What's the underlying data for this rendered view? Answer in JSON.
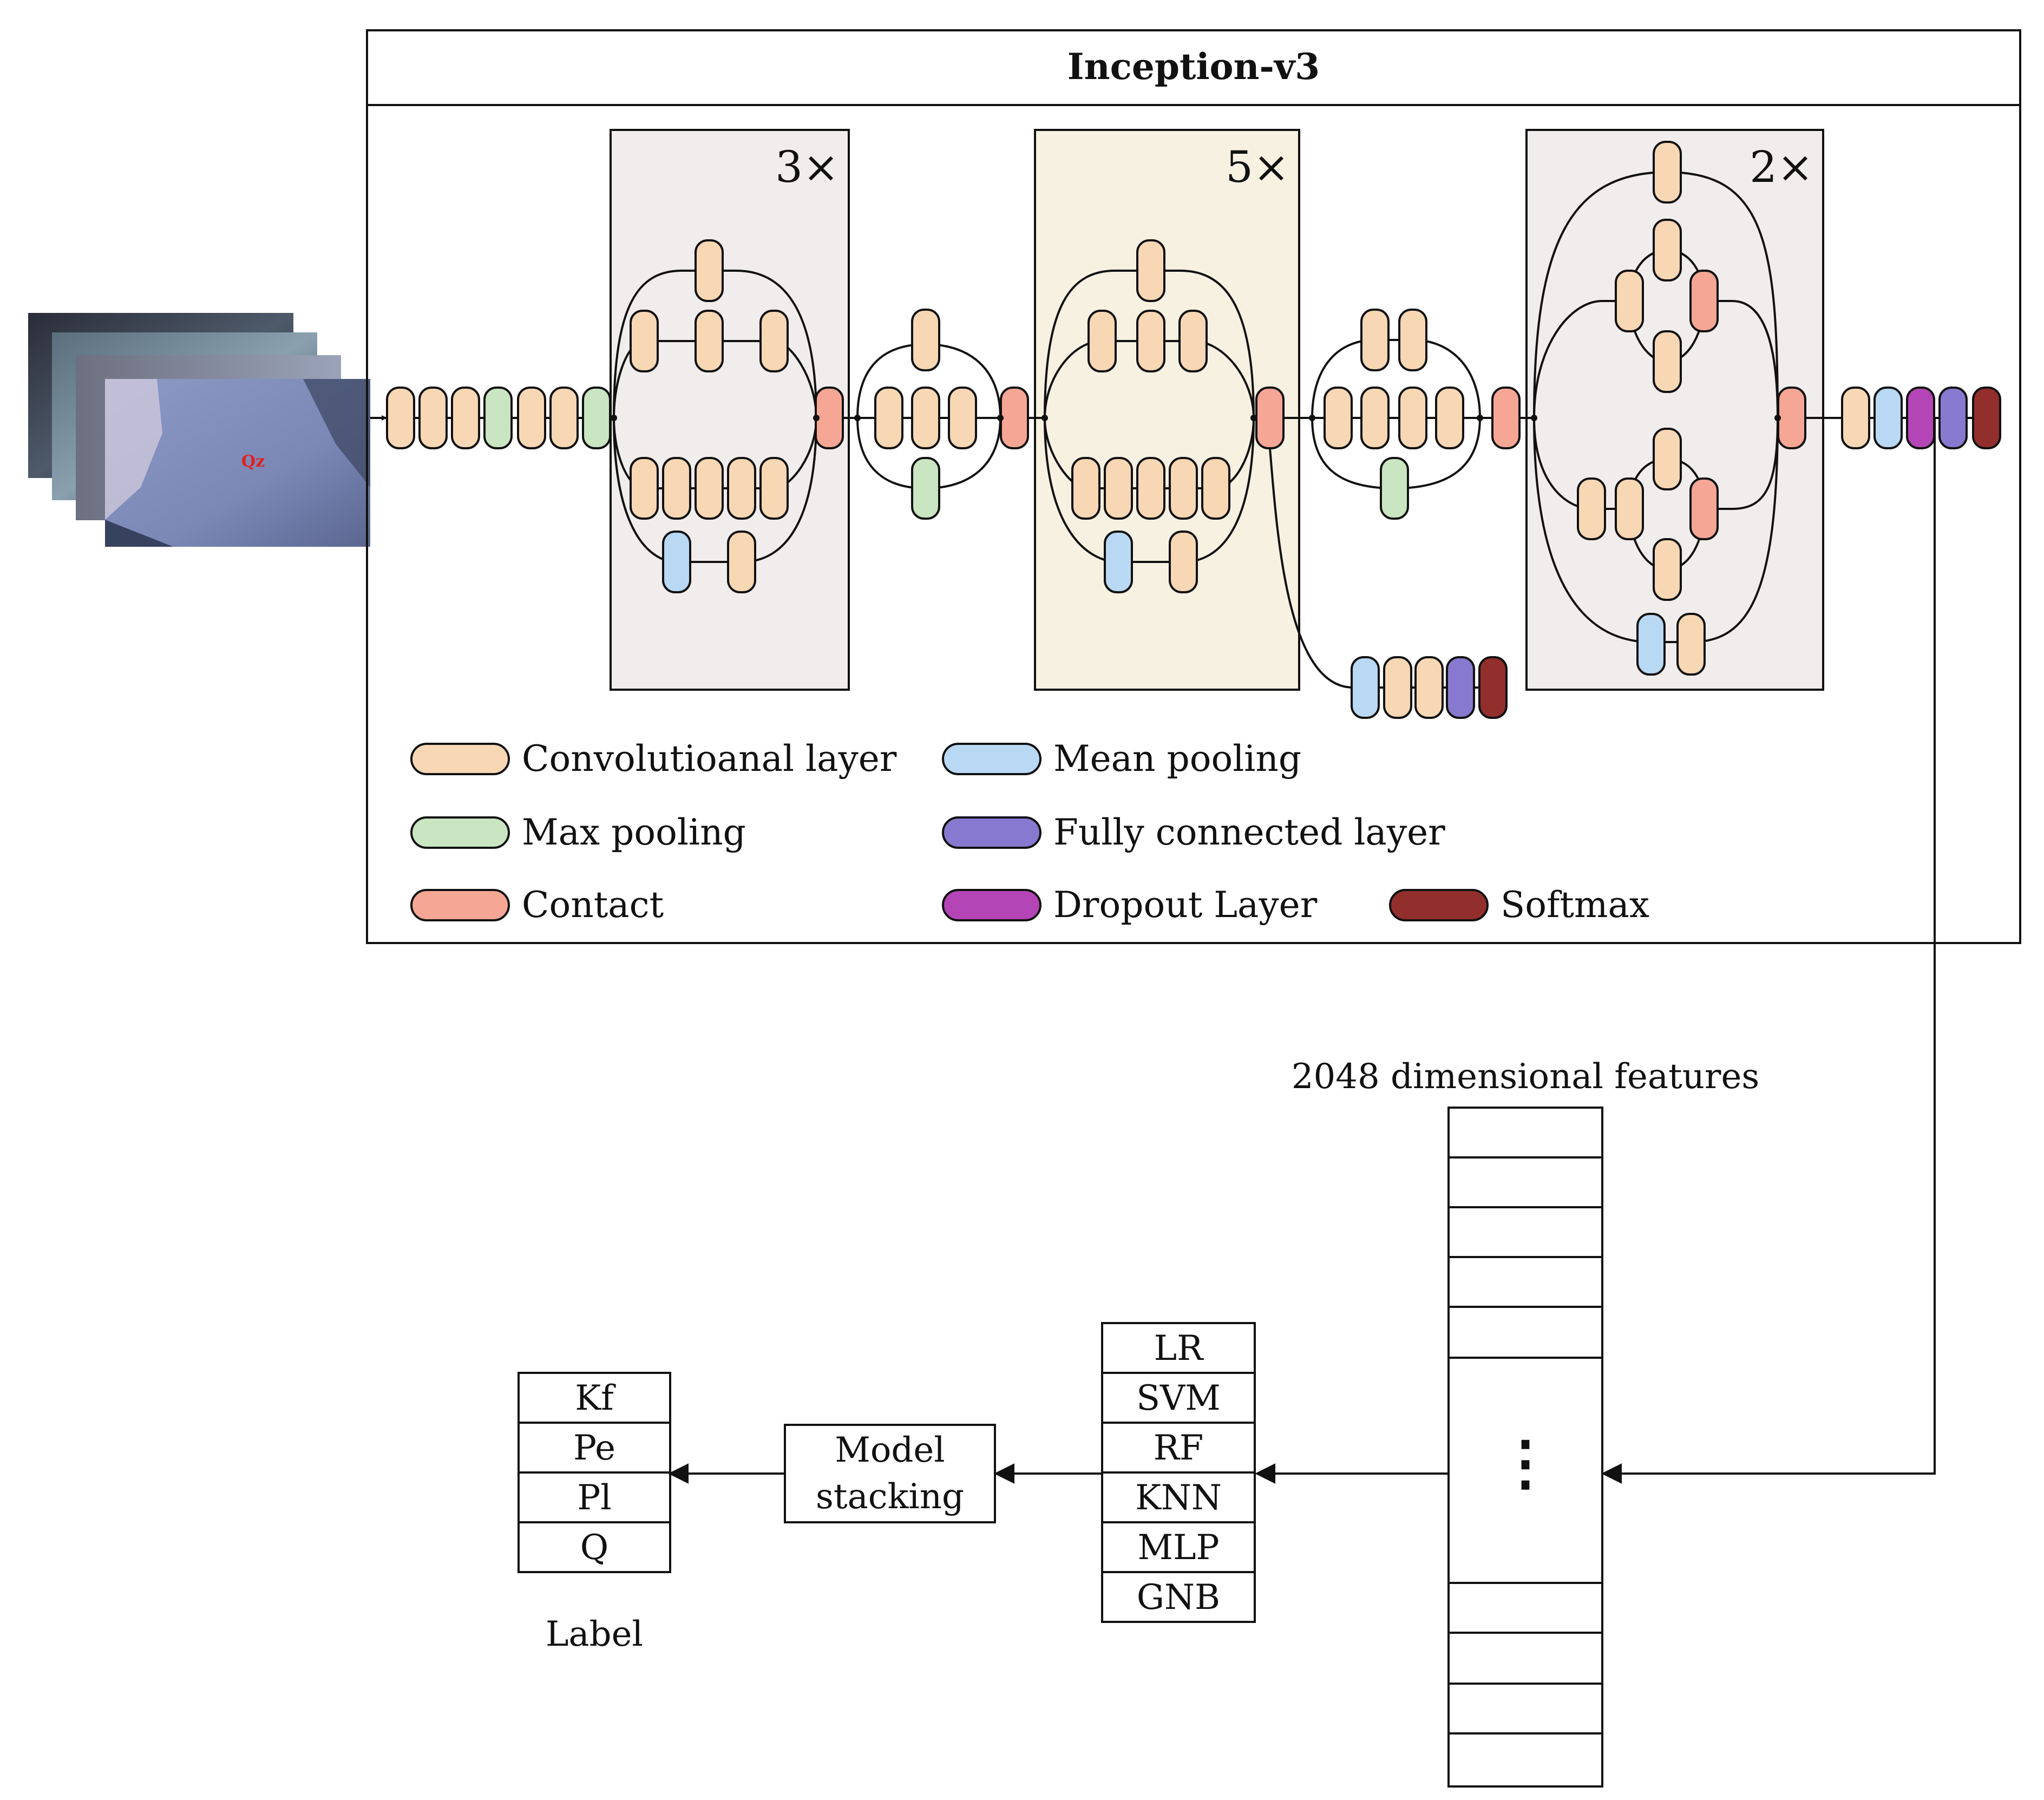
{
  "title": "Inception-v3",
  "repeats": {
    "block_a": "3×",
    "block_b": "5×",
    "block_c": "2×"
  },
  "input_image": {
    "label": "Qz"
  },
  "legend": [
    {
      "key": "conv",
      "label": "Convolutioanal layer",
      "color": "#f7d7b4"
    },
    {
      "key": "mean",
      "label": "Mean pooling",
      "color": "#b8d8f4"
    },
    {
      "key": "max",
      "label": "Max pooling",
      "color": "#c9e5c1"
    },
    {
      "key": "fc",
      "label": "Fully connected layer",
      "color": "#8779cf"
    },
    {
      "key": "concat",
      "label": "Contact",
      "color": "#f6a694"
    },
    {
      "key": "dropout",
      "label": "Dropout Layer",
      "color": "#b445b6"
    },
    {
      "key": "softmax",
      "label": "Softmax",
      "color": "#922f2c"
    }
  ],
  "colors": {
    "block_a_bg": "#f2eded",
    "block_b_bg": "#f6f1e1",
    "block_c_bg": "#f2eded",
    "line": "#111111"
  },
  "features": {
    "title": "2048 dimensional features",
    "ellipsis": "⋮"
  },
  "classifiers": [
    "LR",
    "SVM",
    "RF",
    "KNN",
    "MLP",
    "GNB"
  ],
  "stacking": [
    "Model",
    "stacking"
  ],
  "labels": {
    "items": [
      "Kf",
      "Pe",
      "Pl",
      "Q"
    ],
    "caption": "Label"
  }
}
